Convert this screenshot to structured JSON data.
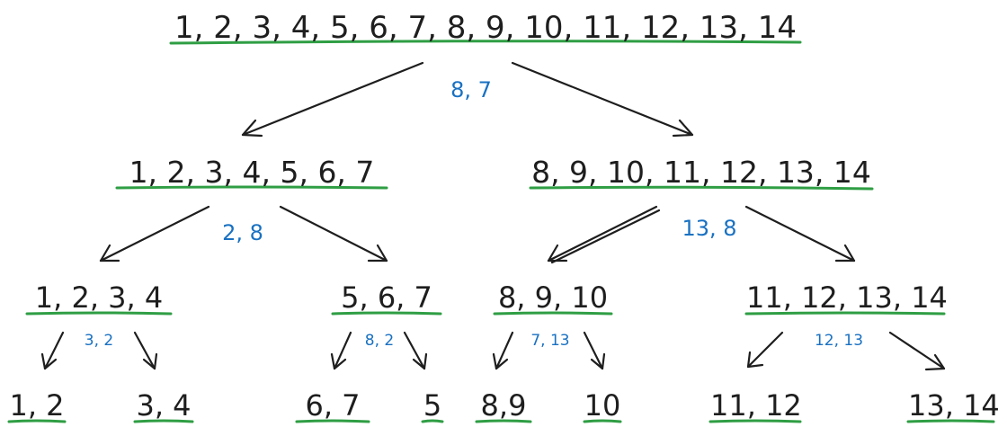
{
  "colors": {
    "text": "#1e1e1e",
    "underline": "#2f9e44",
    "edge_label": "#1971c2"
  },
  "root": {
    "text": "1, 2, 3, 4, 5, 6, 7, 8, 9, 10, 11, 12, 13, 14",
    "edge_label": "8, 7"
  },
  "level1": [
    {
      "text": "1, 2, 3, 4, 5, 6, 7",
      "edge_label": "2, 8"
    },
    {
      "text": "8, 9, 10, 11, 12, 13, 14",
      "edge_label": "13, 8"
    }
  ],
  "level2": [
    {
      "text": "1, 2, 3, 4",
      "edge_label": "3, 2"
    },
    {
      "text": "5, 6, 7",
      "edge_label": "8, 2"
    },
    {
      "text": "8, 9, 10",
      "edge_label": "7, 13"
    },
    {
      "text": "11, 12, 13, 14",
      "edge_label": "12, 13"
    }
  ],
  "leaves": [
    {
      "text": "1, 2"
    },
    {
      "text": "3, 4"
    },
    {
      "text": "6, 7"
    },
    {
      "text": "5"
    },
    {
      "text": "8,9"
    },
    {
      "text": "10"
    },
    {
      "text": "11, 12"
    },
    {
      "text": "13, 14"
    }
  ]
}
